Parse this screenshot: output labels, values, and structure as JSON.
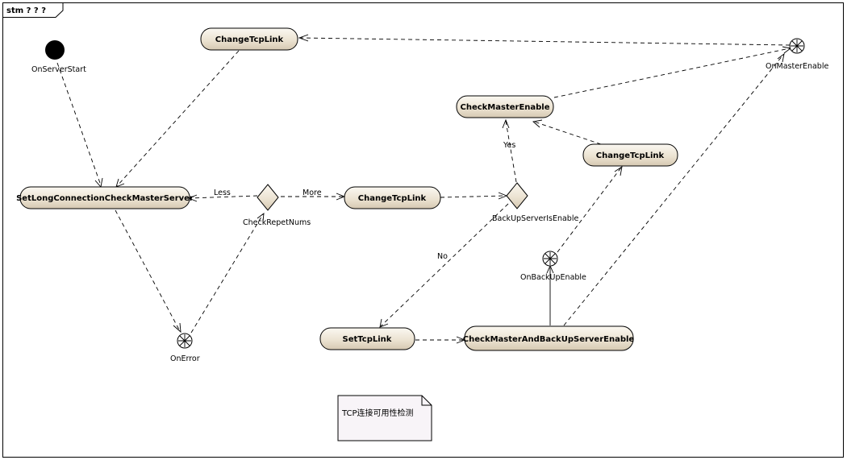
{
  "frame": {
    "title": "stm ? ? ?"
  },
  "states": {
    "changeTcpLinkTop": "ChangeTcpLink",
    "setLongConnection": "SetLongConnectionCheckMasterServer",
    "changeTcpLinkMid": "ChangeTcpLink",
    "checkMasterEnable": "CheckMasterEnable",
    "changeTcpLinkRight": "ChangeTcpLink",
    "setTcpLink": "SetTcpLink",
    "checkMasterAndBackup": "CheckMasterAndBackUpServerEnable"
  },
  "pseudo": {
    "onServerStart": "OnServerStart",
    "onMasterEnable": "OnMasterEnable",
    "onError": "OnError",
    "onBackupEnable": "OnBackUpEnable"
  },
  "decisions": {
    "checkRepetNums": "CheckRepetNums",
    "backupServerIsEnable": "BackUpServerIsEnable"
  },
  "guards": {
    "less": "Less",
    "more": "More",
    "yes": "Yes",
    "no": "No"
  },
  "note": {
    "text": "TCP连接可用性检测"
  },
  "colors": {
    "stateFillTop": "#faf6ee",
    "stateFillBottom": "#d9cdb8",
    "noteFill": "#f8f4f8",
    "line": "#000000"
  }
}
